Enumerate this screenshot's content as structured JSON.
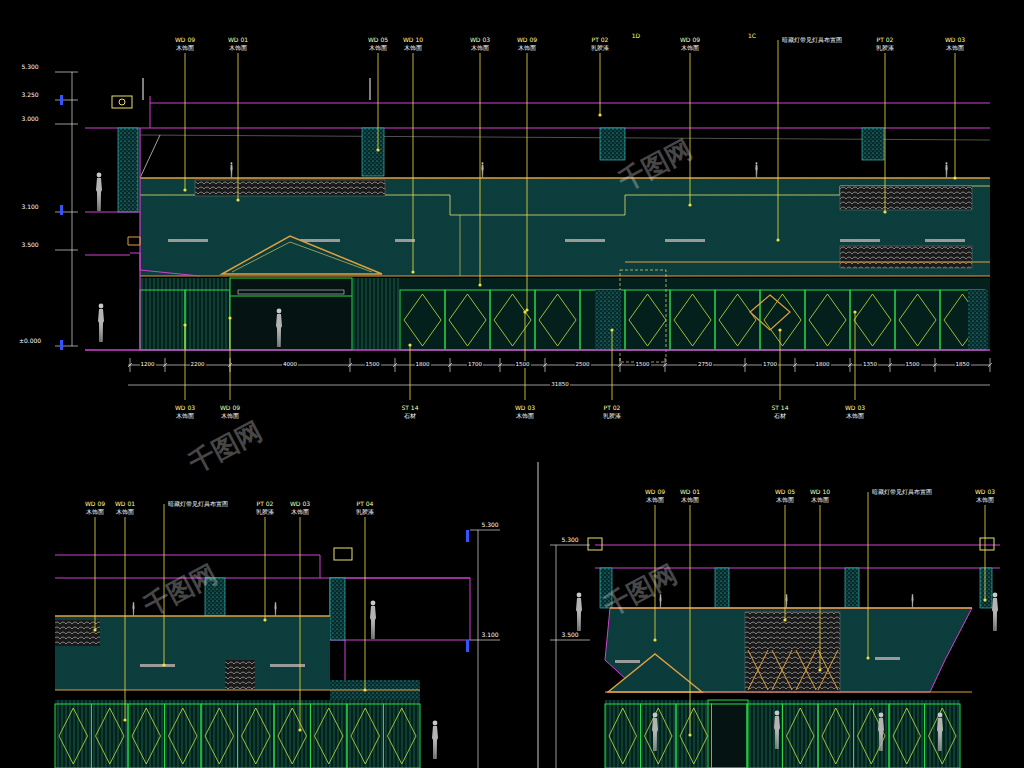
{
  "diagram": {
    "labels": [
      "WD 09",
      "木饰面",
      "WD 01",
      "木饰面",
      "WD 05",
      "木饰面",
      "WD 10",
      "木饰面",
      "WD 03",
      "木饰面",
      "WD 09",
      "木饰面",
      "PT 02",
      "乳胶漆",
      "1D",
      "WD 09",
      "木饰面",
      "1C",
      "暗藏灯带见灯具布置图",
      "PT 02",
      "乳胶漆",
      "WD 03",
      "木饰面",
      "5.300",
      "3.250",
      "3.000",
      "3.100",
      "3.500",
      "±0.000",
      "1200",
      "2200",
      "4000",
      "1500",
      "1800",
      "1700",
      "1500",
      "2500",
      "1500",
      "2750",
      "1700",
      "1800",
      "1350",
      "1500",
      "1850",
      "31850",
      "WD 03",
      "木饰面",
      "WD 09",
      "木饰面",
      "ST 14",
      "石材",
      "WD 03",
      "木饰面",
      "PT 02",
      "乳胶漆",
      "ST 14",
      "石材",
      "WD 03",
      "木饰面",
      "WD 09",
      "木饰面",
      "WD 01",
      "木饰面",
      "暗藏灯带见灯具布置图",
      "PT 02",
      "乳胶漆",
      "WD 03",
      "木饰面",
      "PT 04",
      "乳胶漆",
      "WD 09",
      "木饰面",
      "WD 01",
      "木饰面",
      "WD 05",
      "木饰面",
      "WD 10",
      "木饰面",
      "暗藏灯带见灯具布置图",
      "WD 03",
      "木饰面",
      "5.300",
      "3.100",
      "5.300",
      "3.500",
      "千图网",
      "千图网",
      "千图网",
      "千图网"
    ]
  }
}
